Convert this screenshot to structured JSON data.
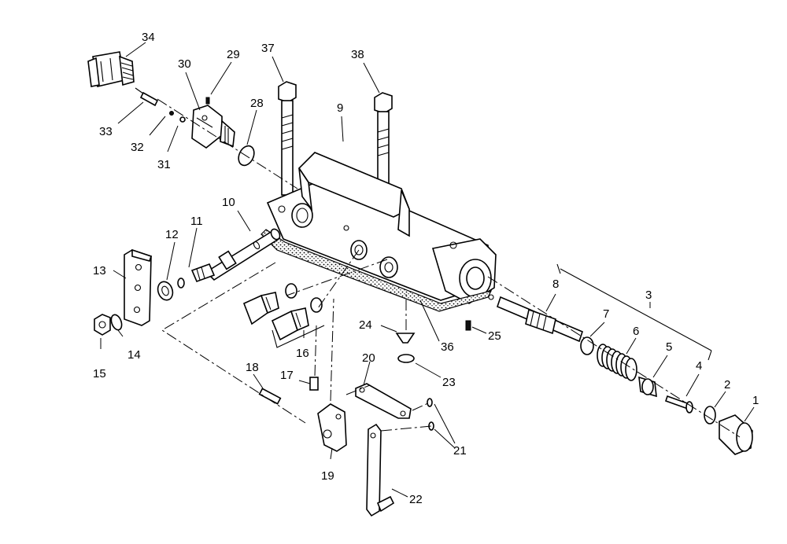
{
  "figure": {
    "callouts": [
      "1",
      "2",
      "3",
      "4",
      "5",
      "6",
      "7",
      "8",
      "9",
      "10",
      "11",
      "12",
      "13",
      "14",
      "15",
      "16",
      "17",
      "18",
      "19",
      "20",
      "21",
      "22",
      "23",
      "24",
      "25",
      "28",
      "29",
      "30",
      "31",
      "32",
      "33",
      "34",
      "36",
      "37",
      "38"
    ]
  }
}
